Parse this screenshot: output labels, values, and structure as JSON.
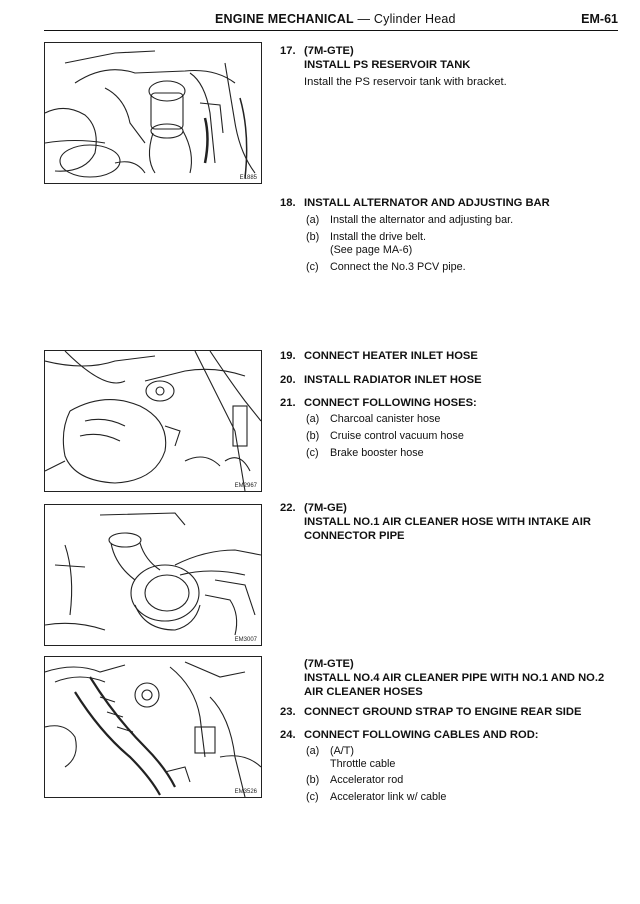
{
  "header": {
    "section": "ENGINE MECHANICAL",
    "dash": "—",
    "subsection": "Cylinder Head",
    "page": "EM-61"
  },
  "figures": [
    {
      "code": "E1885"
    },
    {
      "code": "EM2967"
    },
    {
      "code": "EM3007"
    },
    {
      "code": "EM3526"
    }
  ],
  "steps": {
    "s17": {
      "num": "17.",
      "variant": "(7M-GTE)",
      "title": "INSTALL PS RESERVOIR TANK",
      "text": "Install the PS reservoir tank with bracket."
    },
    "s18": {
      "num": "18.",
      "title": "INSTALL ALTERNATOR AND ADJUSTING BAR",
      "items": [
        {
          "label": "(a)",
          "text": "Install the alternator and adjusting bar."
        },
        {
          "label": "(b)",
          "text": "Install the drive belt.",
          "text2": "(See page MA-6)"
        },
        {
          "label": "(c)",
          "text": "Connect the No.3 PCV pipe."
        }
      ]
    },
    "s19": {
      "num": "19.",
      "title": "CONNECT HEATER INLET HOSE"
    },
    "s20": {
      "num": "20.",
      "title": "INSTALL RADIATOR INLET HOSE"
    },
    "s21": {
      "num": "21.",
      "title": "CONNECT FOLLOWING HOSES:",
      "items": [
        {
          "label": "(a)",
          "text": "Charcoal canister hose"
        },
        {
          "label": "(b)",
          "text": "Cruise control vacuum hose"
        },
        {
          "label": "(c)",
          "text": "Brake booster hose"
        }
      ]
    },
    "s22": {
      "num": "22.",
      "variant": "(7M-GE)",
      "title1": "INSTALL NO.1 AIR CLEANER HOSE WITH INTAKE AIR",
      "title2": "CONNECTOR PIPE"
    },
    "s22b": {
      "variant": "(7M-GTE)",
      "title1": "INSTALL NO.4 AIR CLEANER PIPE WITH NO.1 AND NO.2",
      "title2": "AIR CLEANER HOSES"
    },
    "s23": {
      "num": "23.",
      "title": "CONNECT GROUND STRAP TO ENGINE REAR SIDE"
    },
    "s24": {
      "num": "24.",
      "title": "CONNECT FOLLOWING CABLES AND ROD:",
      "items": [
        {
          "label": "(a)",
          "text": "(A/T)",
          "text2": "Throttle cable"
        },
        {
          "label": "(b)",
          "text": "Accelerator rod"
        },
        {
          "label": "(c)",
          "text": "Accelerator link w/ cable"
        }
      ]
    }
  }
}
